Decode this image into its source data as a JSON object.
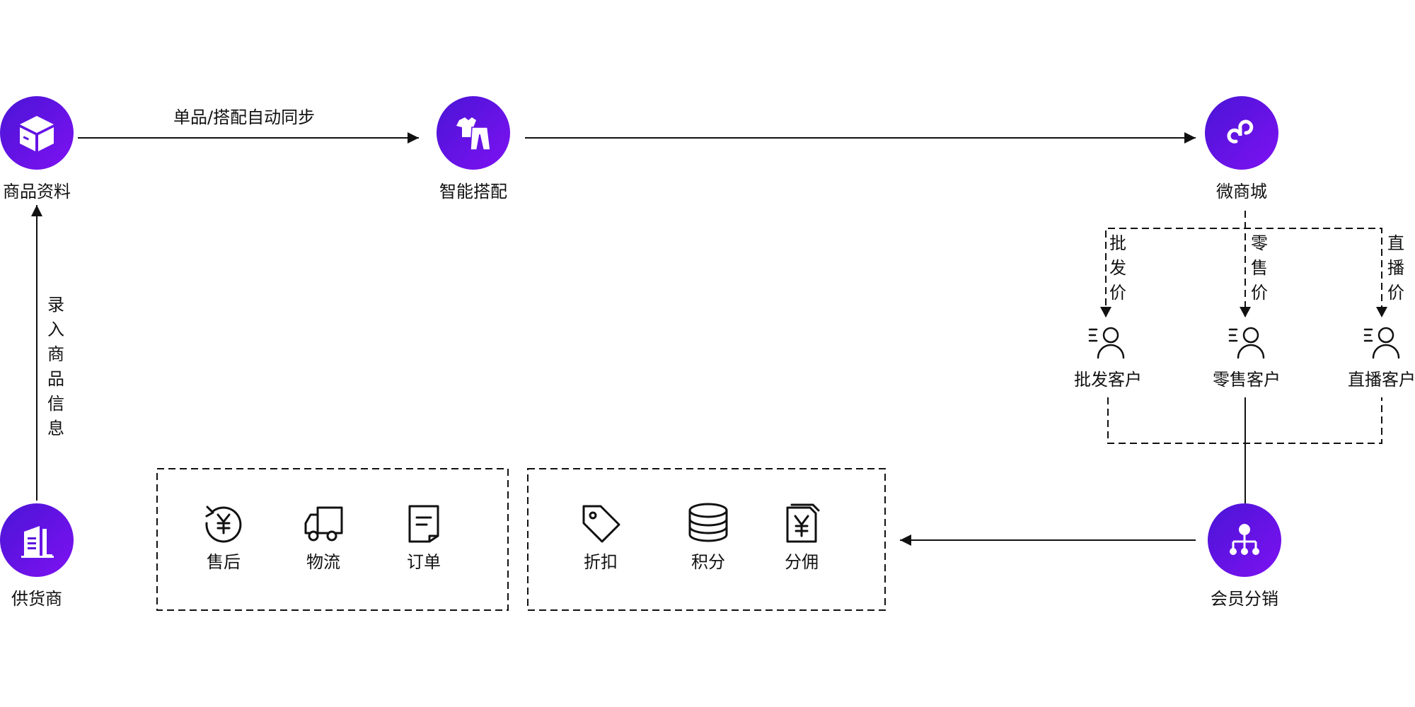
{
  "nodes": {
    "product": {
      "label": "商品资料",
      "icon": "box-icon"
    },
    "outfit": {
      "label": "智能搭配",
      "icon": "clothing-icon"
    },
    "mall": {
      "label": "微商城",
      "icon": "mini-program-icon"
    },
    "supplier": {
      "label": "供货商",
      "icon": "building-icon"
    },
    "distribution": {
      "label": "会员分销",
      "icon": "network-icon"
    }
  },
  "flows": {
    "sync": "单品/搭配自动同步",
    "input": "录入商品信息"
  },
  "prices": {
    "wholesale": "批发价",
    "retail": "零售价",
    "live": "直播价"
  },
  "customers": {
    "wholesale": "批发客户",
    "retail": "零售客户",
    "live": "直播客户"
  },
  "services": {
    "aftersale": "售后",
    "logistics": "物流",
    "order": "订单"
  },
  "marketing": {
    "discount": "折扣",
    "points": "积分",
    "commission": "分佣"
  },
  "colors": {
    "node_gradient_start": "#4a14d6",
    "node_gradient_end": "#7e12f2",
    "line": "#111111"
  }
}
